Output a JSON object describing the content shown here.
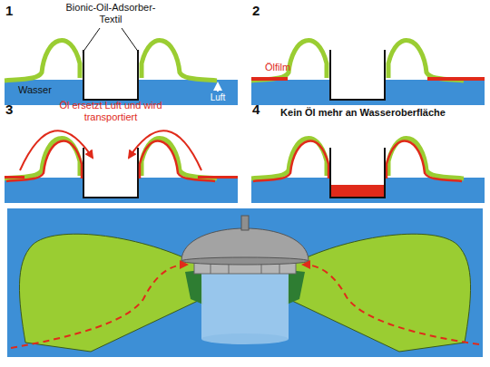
{
  "diagram": {
    "labels": [
      "1",
      "Bionic-Oil-Adsorber-Textil",
      "2",
      "Wasser",
      "Luft",
      "Ölfilm",
      "3",
      "Öl ersetzt Luft und wird transportiert",
      "4",
      "Kein Öl mehr an Wasseroberfläche"
    ]
  }
}
